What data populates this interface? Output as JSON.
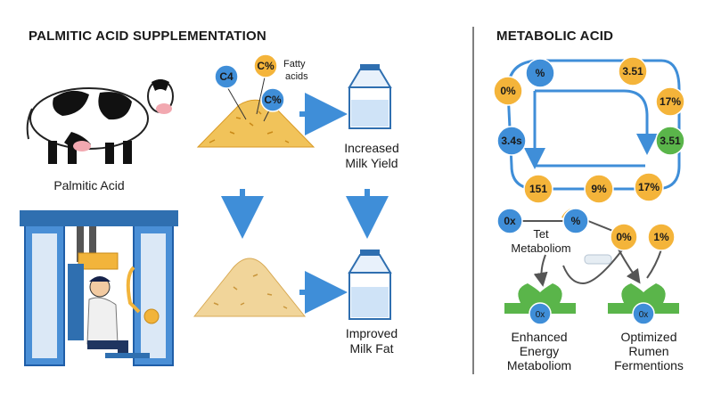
{
  "left": {
    "title": "PALMITIC ACID SUPPLEMENTATION",
    "cow_label": "Palmitic Acid",
    "fatty_acid_tags": [
      "C4",
      "C%",
      "C%"
    ],
    "fatty_acid_note": [
      "Fatty",
      "acids"
    ],
    "result_top": [
      "Increased",
      "Milk Yield"
    ],
    "result_bottom": [
      "Improved",
      "Milk Fat"
    ]
  },
  "right": {
    "title": "METABOLIC ACID",
    "cycle_nodes": [
      "%",
      "3.51",
      "0%",
      "17%",
      "3.4s",
      "3.51",
      "151",
      "9%",
      "17%"
    ],
    "lower_nodes": [
      "0x",
      "%",
      "0%",
      "1%"
    ],
    "middle_label": [
      "Tet",
      "Metaboliom"
    ],
    "receptor_labels": [
      "0x",
      "0x"
    ],
    "outcome_left": [
      "Enhanced",
      "Energy",
      "Metaboliom"
    ],
    "outcome_right": [
      "Optimized",
      "Rumen",
      "Fermentions"
    ]
  },
  "colors": {
    "orange": "#f4b43a",
    "blue": "#3f8ed8",
    "green": "#5ab54a",
    "arrow": "#3f8ed8",
    "divider": "#555555"
  }
}
